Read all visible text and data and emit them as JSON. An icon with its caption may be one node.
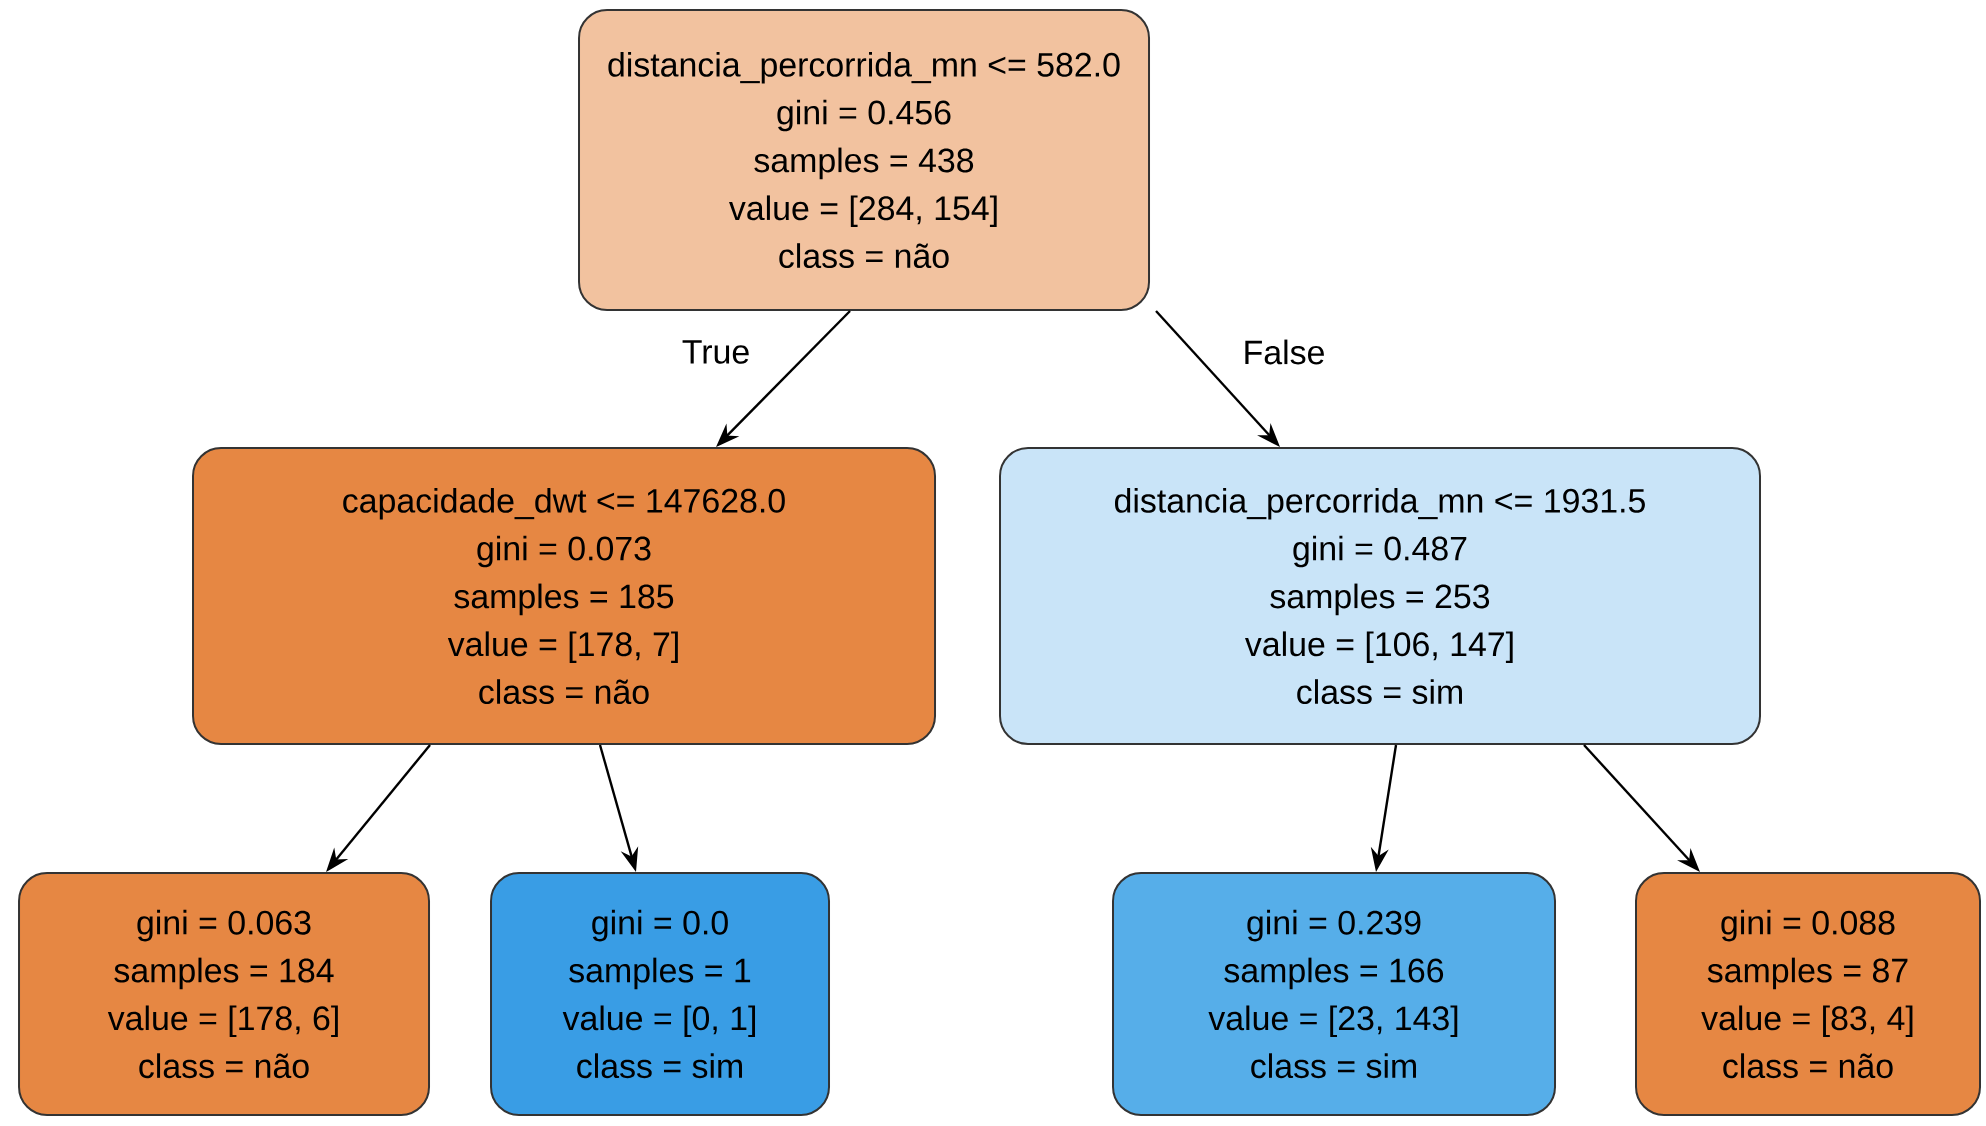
{
  "diagram": {
    "nodes": [
      {
        "text": [
          "distancia_percorrida_mn <= 582.0",
          "gini = 0.456",
          "samples = 438",
          "value = [284, 154]",
          "class = não"
        ]
      },
      {
        "text": [
          "capacidade_dwt <= 147628.0",
          "gini = 0.073",
          "samples = 185",
          "value = [178, 7]",
          "class = não"
        ]
      },
      {
        "text": [
          "distancia_percorrida_mn <= 1931.5",
          "gini = 0.487",
          "samples = 253",
          "value = [106, 147]",
          "class = sim"
        ]
      },
      {
        "text": [
          "gini = 0.063",
          "samples = 184",
          "value = [178, 6]",
          "class = não"
        ]
      },
      {
        "text": [
          "gini = 0.0",
          "samples = 1",
          "value = [0, 1]",
          "class = sim"
        ]
      },
      {
        "text": [
          "gini = 0.239",
          "samples = 166",
          "value = [23, 143]",
          "class = sim"
        ]
      },
      {
        "text": [
          "gini = 0.088",
          "samples = 87",
          "value = [83, 4]",
          "class = não"
        ]
      }
    ],
    "edges": [
      {
        "from": 0,
        "to": 1,
        "arrow": "to",
        "label": "True"
      },
      {
        "from": 0,
        "to": 2,
        "arrow": "to",
        "label": "False"
      },
      {
        "from": 1,
        "to": 3,
        "arrow": "to"
      },
      {
        "from": 1,
        "to": 4,
        "arrow": "to"
      },
      {
        "from": 2,
        "to": 5,
        "arrow": "to"
      },
      {
        "from": 2,
        "to": 6,
        "arrow": "to"
      }
    ]
  }
}
